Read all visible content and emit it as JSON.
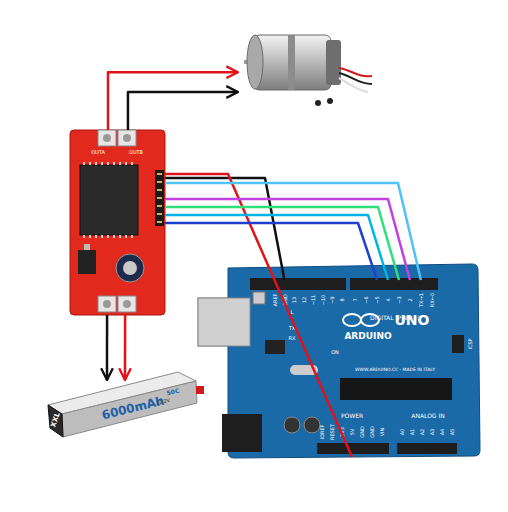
{
  "diagram": {
    "nodes": [
      {
        "text": [
          "OUTA",
          "OUTB"
        ]
      },
      {
        "text": []
      },
      {
        "text": [
          "ARDUINO",
          "UNO"
        ]
      },
      {
        "text": [
          "XXL",
          "6000mAh",
          "50C",
          "22.2V"
        ]
      }
    ],
    "edges": [
      {
        "from": 0,
        "to": 1,
        "arrow": "to"
      },
      {
        "from": 0,
        "to": 1,
        "arrow": "to"
      },
      {
        "from": 0,
        "to": 3,
        "arrow": "to"
      },
      {
        "from": 0,
        "to": 3,
        "arrow": "to"
      },
      {
        "from": 0,
        "to": 2,
        "arrow": "none"
      },
      {
        "from": 0,
        "to": 2,
        "arrow": "none"
      },
      {
        "from": 0,
        "to": 2,
        "arrow": "none"
      },
      {
        "from": 0,
        "to": 2,
        "arrow": "none"
      },
      {
        "from": 0,
        "to": 2,
        "arrow": "none"
      },
      {
        "from": 0,
        "to": 2,
        "arrow": "none"
      },
      {
        "from": 0,
        "to": 2,
        "arrow": "none"
      }
    ],
    "labels": [
      "AREF",
      "GND",
      "13",
      "12",
      "~11",
      "~10",
      "~9",
      "8",
      "7",
      "~6",
      "~5",
      "4",
      "~3",
      "2",
      "TX→1",
      "RX←0",
      "DIGITAL (PWM~)",
      "ICSP",
      "ON",
      "L",
      "TX",
      "RX",
      "IOREF",
      "RESET",
      "3V3",
      "5V",
      "GND",
      "GND",
      "VIN",
      "POWER",
      "A0",
      "A1",
      "A2",
      "A3",
      "A4",
      "A5",
      "ANALOG IN",
      "WWW.ARDUINO.CC - MADE IN ITALY"
    ]
  }
}
